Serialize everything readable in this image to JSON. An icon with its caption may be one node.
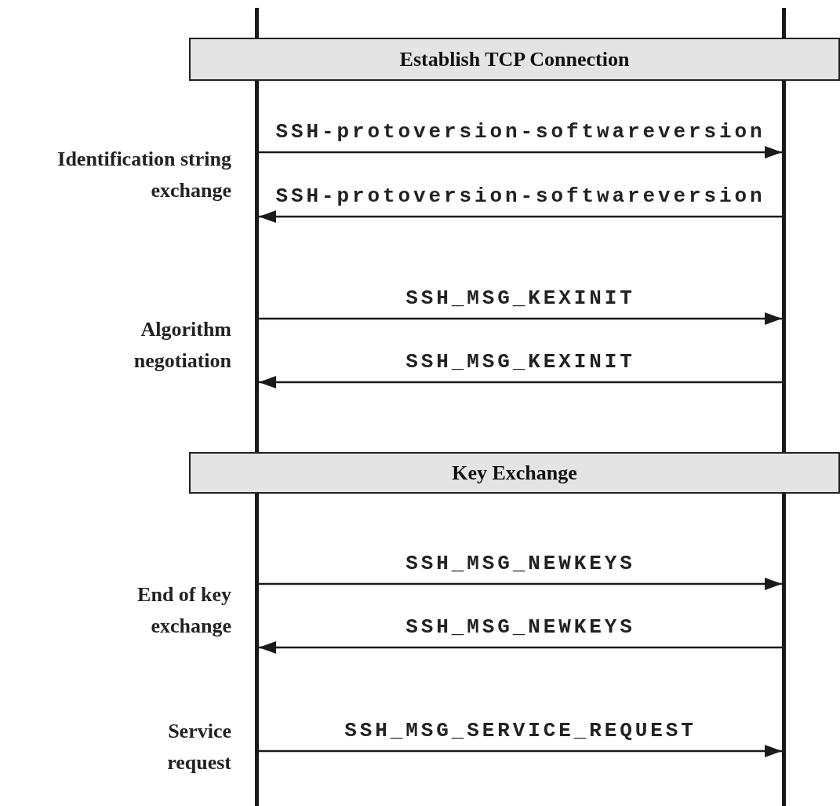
{
  "diagram": {
    "nodes": [
      {
        "text": [],
        "shape": "bar"
      },
      {
        "text": [],
        "shape": "bar"
      },
      {
        "text": [
          "Establish TCP Connection"
        ]
      },
      {
        "text": [
          "Key Exchange"
        ]
      }
    ],
    "edges": [
      {
        "from": 0,
        "to": 1,
        "arrow": "to",
        "label": "SSH-protoversion-softwareversion"
      },
      {
        "from": 1,
        "to": 0,
        "arrow": "to",
        "label": "SSH-protoversion-softwareversion"
      },
      {
        "from": 0,
        "to": 1,
        "arrow": "to",
        "label": "SSH_MSG_KEXINIT"
      },
      {
        "from": 1,
        "to": 0,
        "arrow": "to",
        "label": "SSH_MSG_KEXINIT"
      },
      {
        "from": 0,
        "to": 1,
        "arrow": "to",
        "label": "SSH_MSG_NEWKEYS"
      },
      {
        "from": 1,
        "to": 0,
        "arrow": "to",
        "label": "SSH_MSG_NEWKEYS"
      },
      {
        "from": 0,
        "to": 1,
        "arrow": "to",
        "label": "SSH_MSG_SERVICE_REQUEST"
      }
    ],
    "labels": [
      "Identification string exchange",
      "Algorithm negotiation",
      "End of key exchange",
      "Service request"
    ]
  }
}
